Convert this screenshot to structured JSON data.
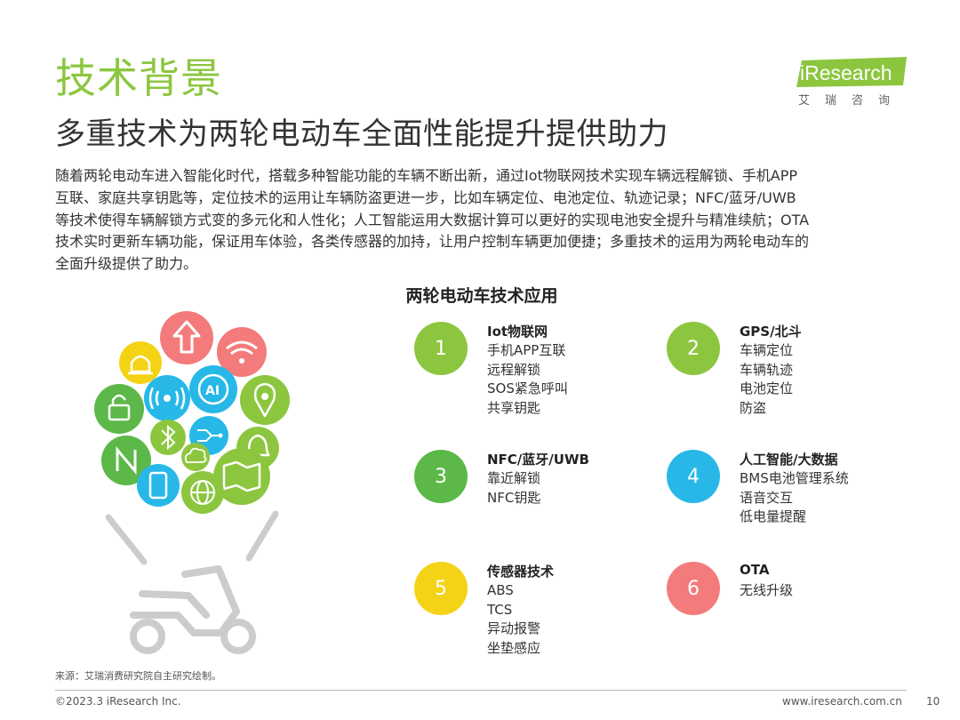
{
  "header": {
    "title": "技术背景",
    "subtitle": "多重技术为两轮电动车全面性能提升提供助力",
    "logo": {
      "brand": "iResearch",
      "cn": "艾瑞咨询",
      "accent": "#8cc63f"
    }
  },
  "intro": {
    "lines": [
      "随着两轮电动车进入智能化时代，搭载多种智能功能的车辆不断出新，通过Iot物联网技术实现车辆远程解锁、手机APP",
      "互联、家庭共享钥匙等，定位技术的运用让车辆防盗更进一步，比如车辆定位、电池定位、轨迹记录；NFC/蓝牙/UWB",
      "等技术使得车辆解锁方式变的多元化和人性化；人工智能运用大数据计算可以更好的实现电池安全提升与精准续航；OTA",
      "技术实时更新车辆功能，保证用车体验，各类传感器的加持，让用户控制车辆更加便捷；多重技术的运用为两轮电动车的",
      "全面升级提供了助力。"
    ]
  },
  "chart_title": "两轮电动车技术应用",
  "technologies": [
    {
      "num": "1",
      "title": "Iot物联网",
      "color": "#8cc63f",
      "items": [
        "手机APP互联",
        "远程解锁",
        "SOS紧急呼叫",
        "共享钥匙"
      ]
    },
    {
      "num": "2",
      "title": "GPS/北斗",
      "color": "#8cc63f",
      "items": [
        "车辆定位",
        "车辆轨迹",
        "电池定位",
        "防盗"
      ]
    },
    {
      "num": "3",
      "title": "NFC/蓝牙/UWB",
      "color": "#5cb848",
      "items": [
        "靠近解锁",
        "NFC钥匙"
      ]
    },
    {
      "num": "4",
      "title": "人工智能/大数据",
      "color": "#27b8e8",
      "items": [
        "BMS电池管理系统",
        "语音交互",
        "低电量提醒"
      ]
    },
    {
      "num": "5",
      "title": "传感器技术",
      "color": "#f4d316",
      "items": [
        "ABS",
        "TCS",
        "异动报警",
        "坐垫感应"
      ]
    },
    {
      "num": "6",
      "title": "OTA",
      "color": "#f47b7b",
      "items": [
        "无线升级"
      ]
    }
  ],
  "illustration_icons": [
    {
      "name": "upload-arrow-icon",
      "color": "#f47b7b"
    },
    {
      "name": "wifi-icon",
      "color": "#f47b7b"
    },
    {
      "name": "alarm-light-icon",
      "color": "#f4d316"
    },
    {
      "name": "lock-icon",
      "color": "#5cb848"
    },
    {
      "name": "signal-icon",
      "color": "#27b8e8"
    },
    {
      "name": "ai-icon",
      "color": "#27b8e8"
    },
    {
      "name": "location-pin-icon",
      "color": "#8cc63f"
    },
    {
      "name": "nfc-icon",
      "color": "#5cb848"
    },
    {
      "name": "bluetooth-icon",
      "color": "#8cc63f"
    },
    {
      "name": "circuit-icon",
      "color": "#27b8e8"
    },
    {
      "name": "bell-icon",
      "color": "#8cc63f"
    },
    {
      "name": "cloud-icon",
      "color": "#8cc63f"
    },
    {
      "name": "map-icon",
      "color": "#8cc63f"
    },
    {
      "name": "phone-icon",
      "color": "#27b8e8"
    },
    {
      "name": "globe-icon",
      "color": "#8cc63f"
    },
    {
      "name": "scooter-icon",
      "color": "#cccccc"
    }
  ],
  "footer": {
    "source": "来源：艾瑞消费研究院自主研究绘制。",
    "copyright": "©2023.3 iResearch Inc.",
    "website": "www.iresearch.com.cn",
    "page": "10"
  }
}
